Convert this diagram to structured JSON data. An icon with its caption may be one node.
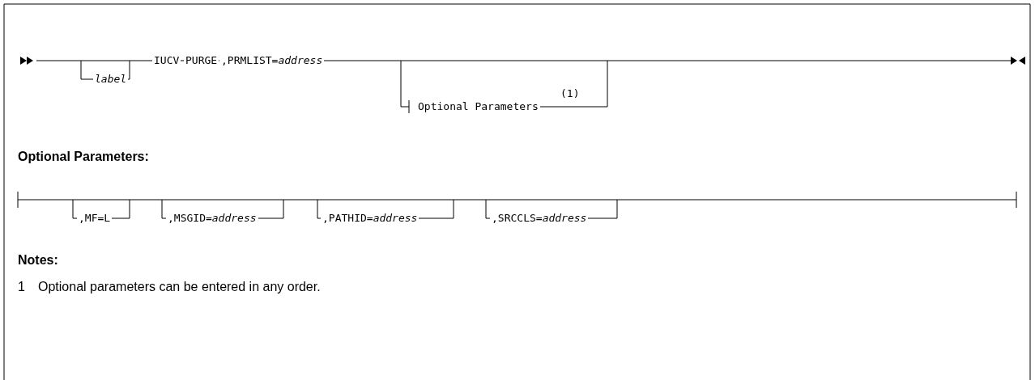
{
  "diagram": {
    "labels": [
      "label",
      "IUCV",
      "PURGE",
      ",PRMLIST=*address*",
      "Optional Parameters",
      "(1)",
      "Optional Parameters:",
      ",MF=L",
      ",MSGID=*address*",
      ",PATHID=*address*",
      ",SRCCLS=*address*",
      "Notes:",
      "1",
      "Optional parameters can be entered in any order."
    ]
  }
}
